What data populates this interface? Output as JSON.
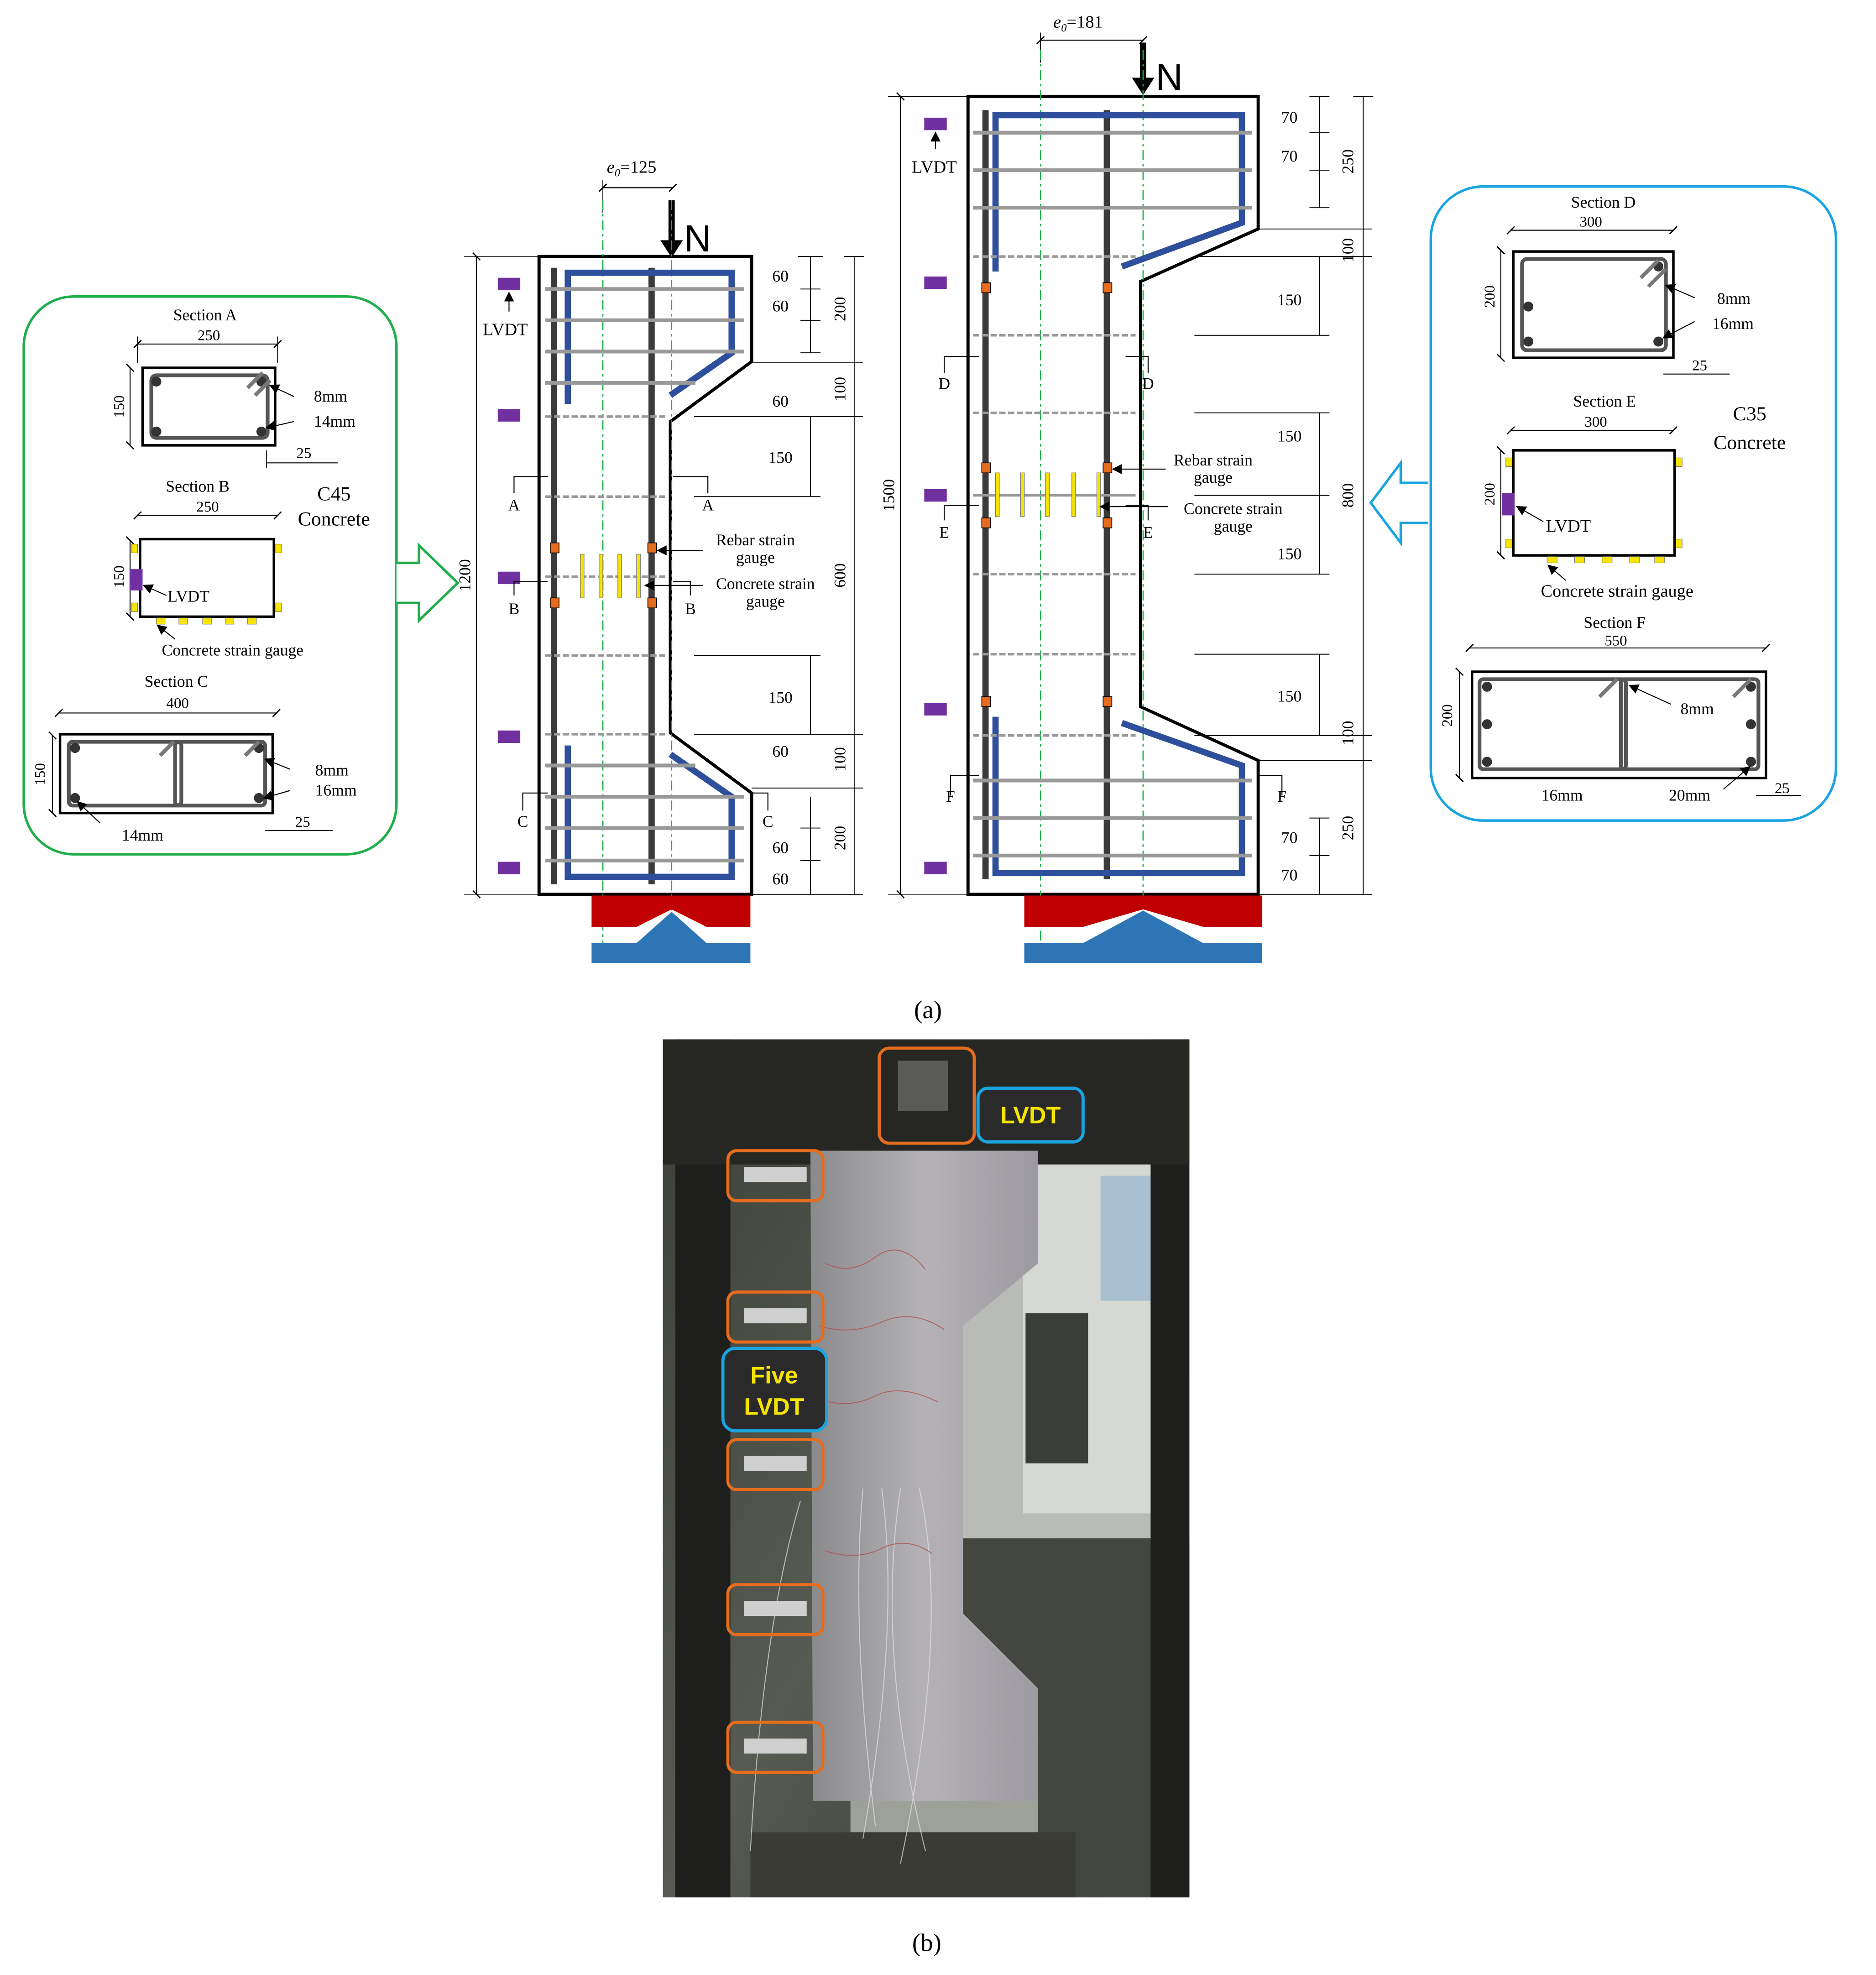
{
  "panel_a": {
    "label": "(a)",
    "left_inset": {
      "section_a": {
        "title": "Section A",
        "width": "250",
        "height": "150",
        "stirrup": "8mm",
        "rebar": "14mm",
        "cover": "25"
      },
      "section_b": {
        "title": "Section B",
        "width": "250",
        "height": "150",
        "lvdt": "LVDT",
        "gauge": "Concrete strain gauge"
      },
      "section_c": {
        "title": "Section C",
        "width": "400",
        "height": "150",
        "stirrup": "8mm",
        "rebar": "16mm",
        "rebar2": "14mm",
        "cover": "25"
      },
      "material_1": "C45",
      "material_2": "Concrete"
    },
    "column_1": {
      "ecc": "e0=125",
      "ecc_e": "e",
      "ecc_sub": "0",
      "ecc_val": "=125",
      "load": "N",
      "lvdt": "LVDT",
      "total": "1200",
      "right_dims": [
        "60",
        "60",
        "200",
        "100",
        "60",
        "150",
        "600",
        "150",
        "60",
        "100",
        "200",
        "60",
        "60"
      ],
      "cuts": [
        "A",
        "A",
        "B",
        "B",
        "C",
        "C"
      ],
      "rebar_gauge": [
        "Rebar strain",
        "gauge"
      ],
      "concrete_gauge": [
        "Concrete strain",
        "gauge"
      ]
    },
    "column_2": {
      "ecc_e": "e",
      "ecc_sub": "0",
      "ecc_val": "=181",
      "load": "N",
      "lvdt": "LVDT",
      "total": "1500",
      "right_dims": [
        "70",
        "70",
        "250",
        "100",
        "150",
        "150",
        "800",
        "150",
        "150",
        "100",
        "70",
        "70",
        "250"
      ],
      "cuts": [
        "D",
        "D",
        "E",
        "E",
        "F",
        "F"
      ],
      "rebar_gauge": [
        "Rebar strain",
        "gauge"
      ],
      "concrete_gauge": [
        "Concrete strain",
        "gauge"
      ]
    },
    "right_inset": {
      "section_d": {
        "title": "Section D",
        "width": "300",
        "height": "200",
        "stirrup": "8mm",
        "rebar": "16mm",
        "cover": "25"
      },
      "section_e": {
        "title": "Section E",
        "width": "300",
        "height": "200",
        "lvdt": "LVDT",
        "gauge": "Concrete strain  gauge"
      },
      "section_f": {
        "title": "Section F",
        "width": "550",
        "height": "200",
        "stirrup": "8mm",
        "rebar": "16mm",
        "rebar2": "20mm",
        "cover": "25"
      },
      "material_1": "C35",
      "material_2": "Concrete"
    }
  },
  "panel_b": {
    "label": "(b)",
    "tag_top": "LVDT",
    "tag_five_1": "Five",
    "tag_five_2": "LVDT"
  },
  "colors": {
    "green": "#1fae4b",
    "cyan": "#1aa4e0",
    "blue_rebar": "#2e4f9c",
    "purple": "#7030a0",
    "orange": "#e66c1e",
    "yellow": "#f5e400",
    "red": "#c00000",
    "steel_blue": "#2e75b6"
  }
}
